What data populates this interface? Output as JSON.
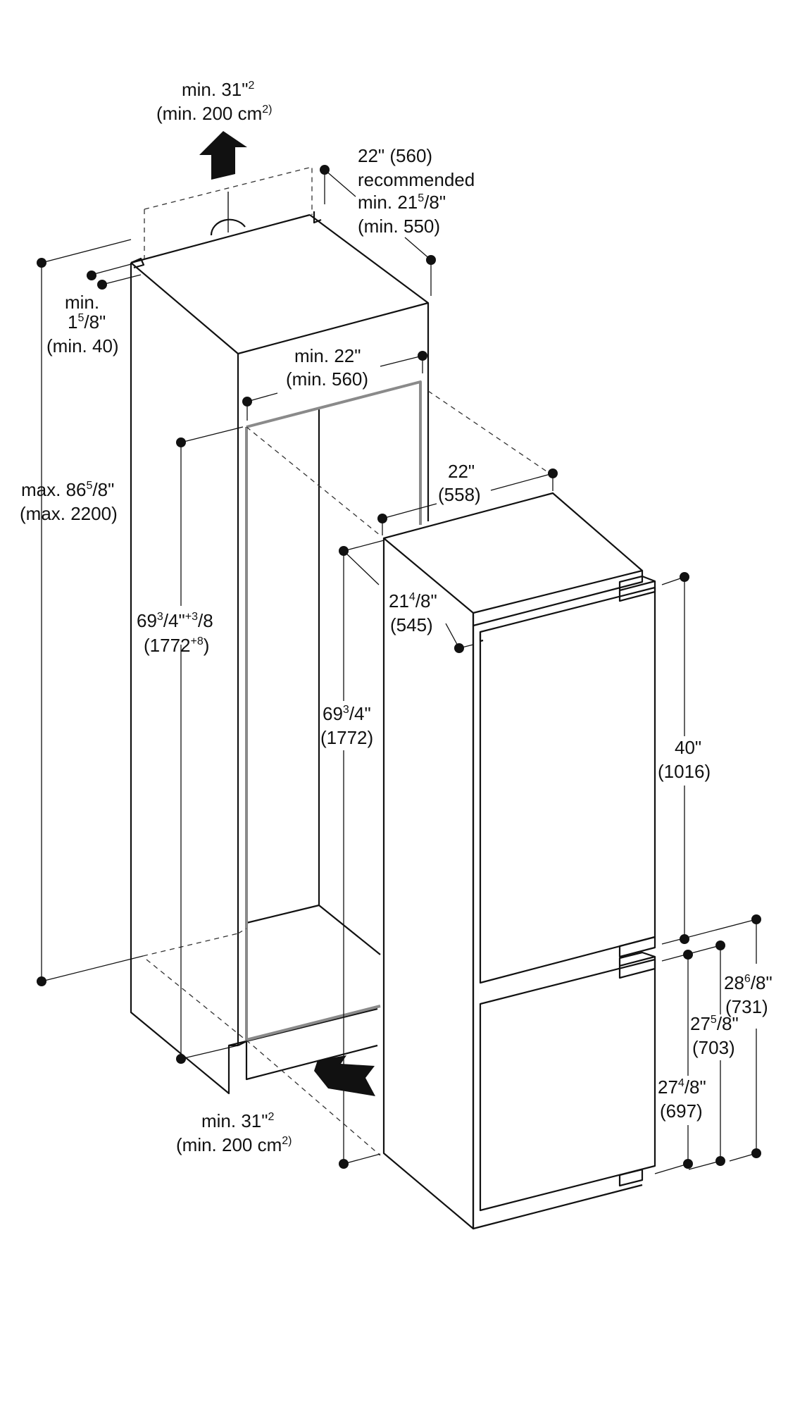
{
  "labels": {
    "vent_top_l1": "min. 31\"",
    "vent_top_sup": "2",
    "vent_top_l2": "(min. 200 cm",
    "vent_top_l2_sup": "2)",
    "depth_l1": "22\" (560)",
    "depth_l2": "recommended",
    "depth_l3_a": "min. 21",
    "depth_l3_sup": "5",
    "depth_l3_b": "/8\"",
    "depth_l4": "(min. 550)",
    "gap_l1": "min.",
    "gap_l2_a": "1",
    "gap_l2_sup": "5",
    "gap_l2_b": "/8\"",
    "gap_l3": "(min. 40)",
    "width_l1": "min. 22\"",
    "width_l2": "(min. 560)",
    "max_h_l1_a": "max. 86",
    "max_h_l1_sup": "5",
    "max_h_l1_b": "/8\"",
    "max_h_l2": "(max. 2200)",
    "niche_h_l1_a": "69",
    "niche_h_l1_sup1": "3",
    "niche_h_l1_b": "/4\"",
    "niche_h_l1_sup2": "+3",
    "niche_h_l1_c": "/8",
    "niche_h_l2_a": "(1772",
    "niche_h_l2_sup": "+8",
    "niche_h_l2_b": ")",
    "app_w_l1": "22\"",
    "app_w_l2": "(558)",
    "app_d_l1_a": "21",
    "app_d_l1_sup": "4",
    "app_d_l1_b": "/8\"",
    "app_d_l2": "(545)",
    "app_h_l1_a": "69",
    "app_h_l1_sup": "3",
    "app_h_l1_b": "/4\"",
    "app_h_l2": "(1772)",
    "door_top_l1": "40\"",
    "door_top_l2": "(1016)",
    "d731_l1_a": "28",
    "d731_l1_sup": "6",
    "d731_l1_b": "/8\"",
    "d731_l2": "(731)",
    "d703_l1_a": "27",
    "d703_l1_sup": "5",
    "d703_l1_b": "/8\"",
    "d703_l2": "(703)",
    "d697_l1_a": "27",
    "d697_l1_sup": "4",
    "d697_l1_b": "/8\"",
    "d697_l2": "(697)",
    "vent_bottom_l1": "min. 31\"",
    "vent_bottom_sup": "2",
    "vent_bottom_l2": "(min. 200 cm",
    "vent_bottom_l2_sup": "2)"
  },
  "icons": {
    "airflow_out": "arrow-up-icon",
    "airflow_in": "arrow-in-icon",
    "vent_grille": "vent-grille-icon"
  },
  "colors": {
    "line": "#111111",
    "frame": "#8a8a8a",
    "background": "#ffffff"
  }
}
